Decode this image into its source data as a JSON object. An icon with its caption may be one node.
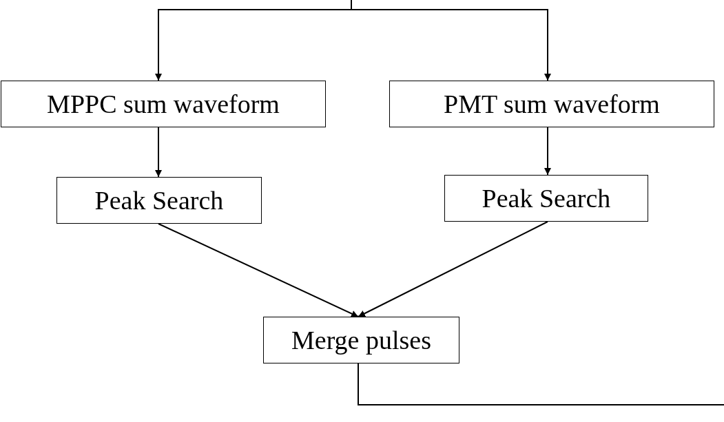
{
  "diagram": {
    "nodes": [
      {
        "text": [
          "MPPC sum waveform"
        ]
      },
      {
        "text": [
          "PMT sum waveform"
        ]
      },
      {
        "text": [
          "Peak Search"
        ]
      },
      {
        "text": [
          "Peak Search"
        ]
      },
      {
        "text": [
          "Merge pulses"
        ]
      }
    ],
    "edges": [
      {
        "from": null,
        "to": 0,
        "arrow": "to"
      },
      {
        "from": null,
        "to": 1,
        "arrow": "to"
      },
      {
        "from": 0,
        "to": 2,
        "arrow": "to"
      },
      {
        "from": 1,
        "to": 3,
        "arrow": "to"
      },
      {
        "from": 2,
        "to": 4,
        "arrow": "to"
      },
      {
        "from": 3,
        "to": 4,
        "arrow": "to"
      },
      {
        "from": 4,
        "to": null,
        "arrow": "none"
      }
    ]
  }
}
